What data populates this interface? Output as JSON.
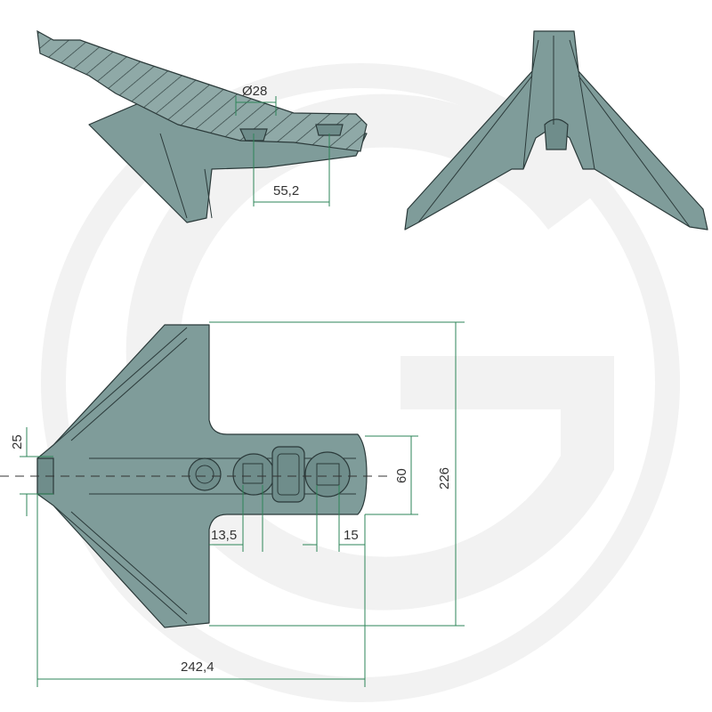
{
  "drawing": {
    "title": "Duckfoot share technical drawing",
    "colors": {
      "part": "#7f9c9a",
      "dimension": "#2e8558",
      "watermark": "#f1f1f1"
    },
    "dimensions": {
      "bore_diameter": "Ø28",
      "hole_spacing": "55,2",
      "nose_width": "25",
      "shank_width": "60",
      "total_width": "226",
      "hole_left_square": "13,5",
      "hole_right_square": "15",
      "total_length": "242,4"
    }
  }
}
